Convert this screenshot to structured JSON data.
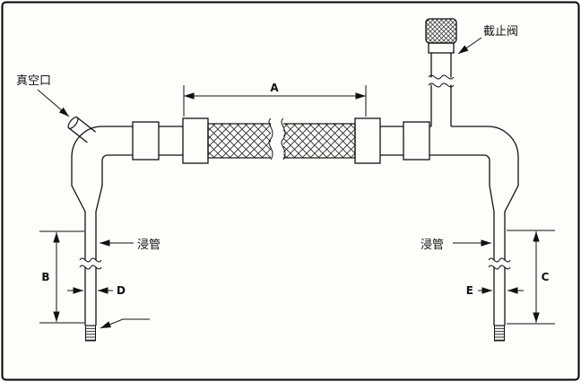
{
  "diagram": {
    "labels": {
      "vacuum_port": "真空口",
      "stop_valve": "截止阀",
      "dip_tube_left": "浸管",
      "dip_tube_right": "浸管",
      "dim_a": "A",
      "dim_b": "B",
      "dim_c": "C",
      "dim_d": "D",
      "dim_e": "E"
    },
    "colors": {
      "line": "#111111",
      "background": "#fdfdfa",
      "frame_border": "#000000"
    }
  }
}
